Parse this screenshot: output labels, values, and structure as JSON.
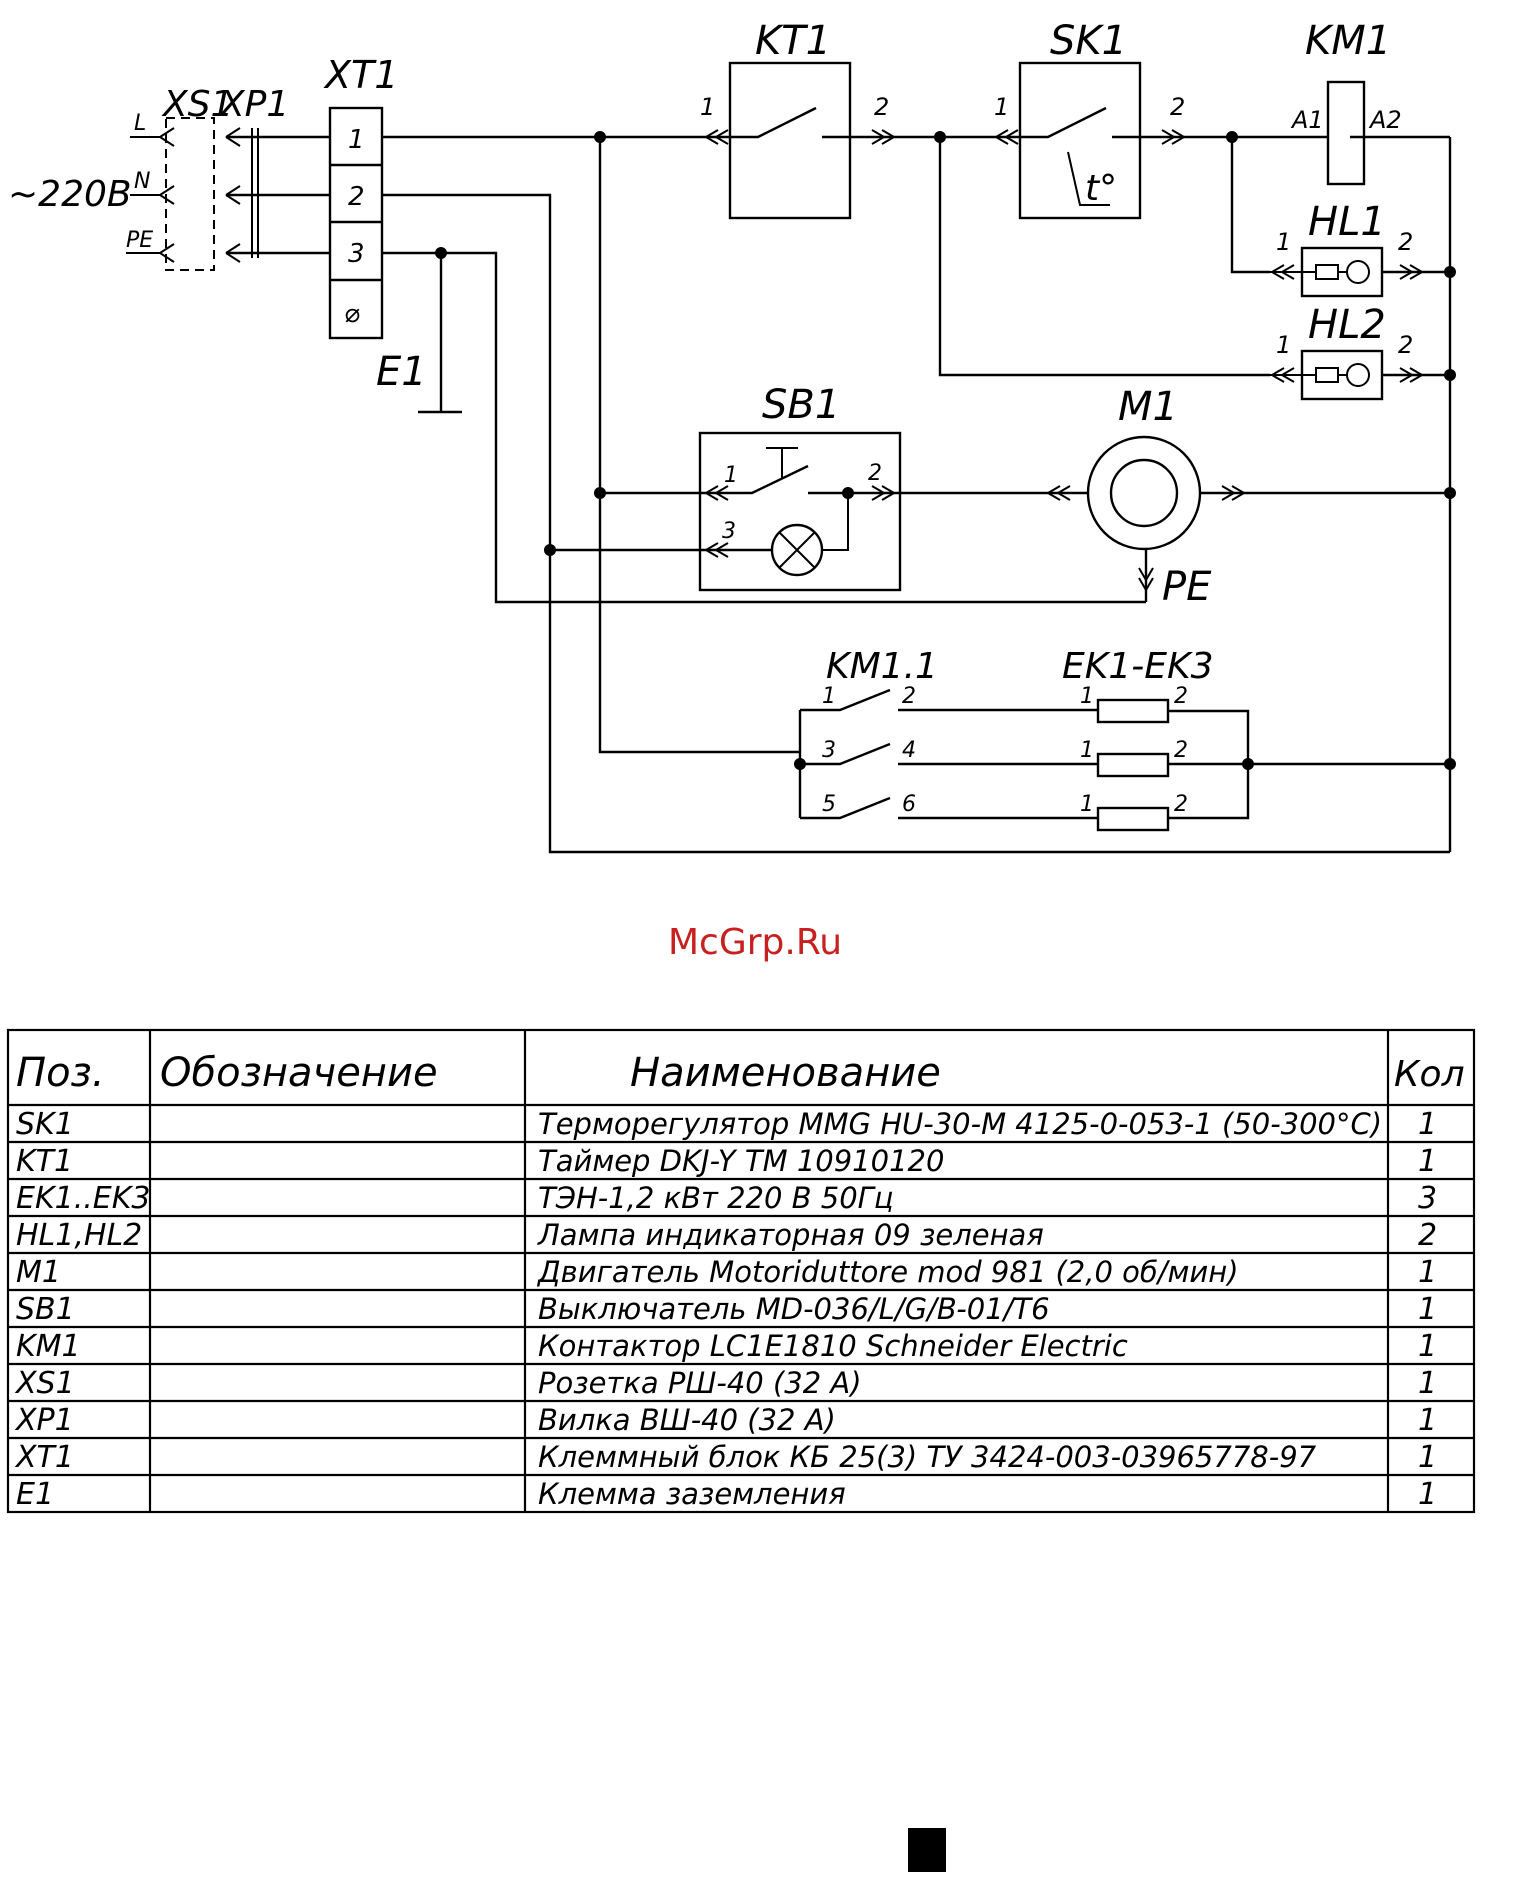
{
  "diagram": {
    "supply": "~220В",
    "wires": [
      "L",
      "N",
      "PE"
    ],
    "connectors": {
      "socket": "XS1",
      "plug": "XP1",
      "terminal_block": "XT1"
    },
    "terminals": [
      "1",
      "2",
      "3",
      "⌀"
    ],
    "ground_terminal": "E1",
    "timer": "KT1",
    "thermostat": "SK1",
    "thermo_symbol": "t°",
    "contactor": "KM1",
    "coil_pins": [
      "A1",
      "A2"
    ],
    "lamp1": "HL1",
    "lamp2": "HL2",
    "switch": "SB1",
    "motor": "M1",
    "motor_pe": "PE",
    "contacts": "KM1.1",
    "heaters": "EK1-EK3",
    "pin1": "1",
    "pin2": "2",
    "pin3": "3",
    "pin4": "4",
    "pin5": "5",
    "pin6": "6"
  },
  "watermark": "McGrp.Ru",
  "table": {
    "headers": [
      "Поз.",
      "Обозначение",
      "Наименование",
      "Кол"
    ],
    "rows": [
      {
        "pos": "SK1",
        "designation": "",
        "name": "Терморегулятор MMG HU-30-M   4125-0-053-1   (50-300°C)",
        "qty": "1"
      },
      {
        "pos": "KT1",
        "designation": "",
        "name": "Таймер DKJ-Y TM 10910120",
        "qty": "1"
      },
      {
        "pos": "EK1..EK3",
        "designation": "",
        "name": "ТЭН-1,2 кВт 220 В 50Гц",
        "qty": "3"
      },
      {
        "pos": "HL1,HL2",
        "designation": "",
        "name": "Лампа индикаторная 09 зеленая",
        "qty": "2"
      },
      {
        "pos": "M1",
        "designation": "",
        "name": "Двигатель Motoriduttore mod 981 (2,0 об/мин)",
        "qty": "1"
      },
      {
        "pos": "SB1",
        "designation": "",
        "name": "Выключатель MD-036/L/G/B-01/T6",
        "qty": "1"
      },
      {
        "pos": "KM1",
        "designation": "",
        "name": "Контактор LC1E1810 Schneider Electric",
        "qty": "1"
      },
      {
        "pos": "XS1",
        "designation": "",
        "name": "Розетка РШ-40 (32 А)",
        "qty": "1"
      },
      {
        "pos": "XP1",
        "designation": "",
        "name": "Вилка ВШ-40 (32 А)",
        "qty": "1"
      },
      {
        "pos": "XT1",
        "designation": "",
        "name": "Клеммный блок КБ 25(3) ТУ 3424-003-03965778-97",
        "qty": "1"
      },
      {
        "pos": "E1",
        "designation": "",
        "name": "Клемма заземления",
        "qty": "1"
      }
    ]
  }
}
